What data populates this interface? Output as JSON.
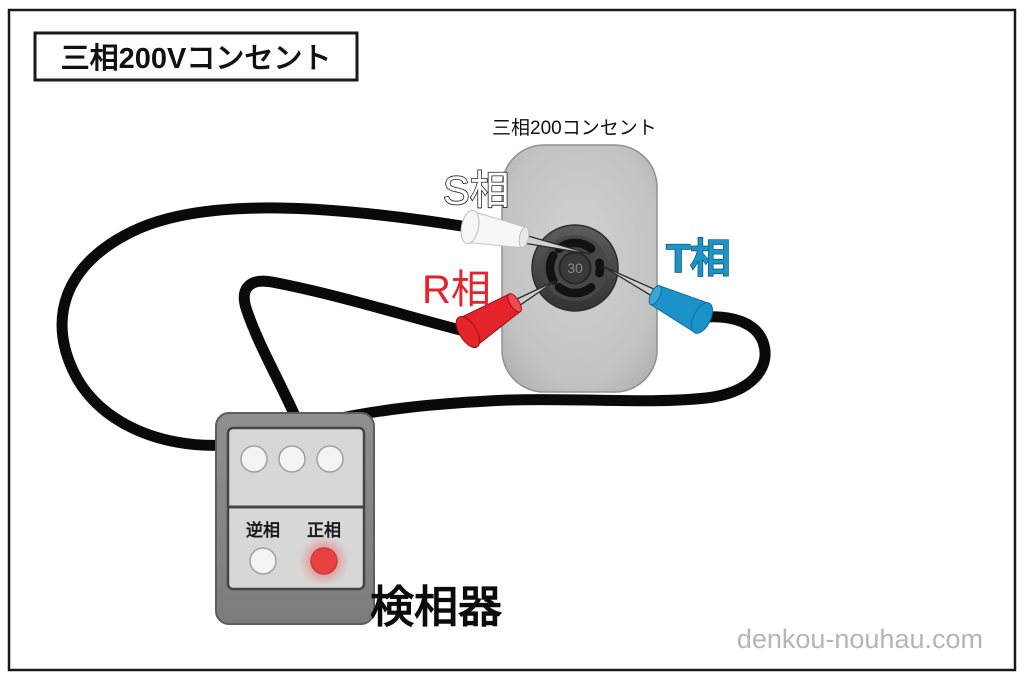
{
  "title": "三相200Vコンセント",
  "outlet": {
    "label": "三相200コンセント",
    "rating": "30"
  },
  "probes": {
    "s": {
      "label": "S相",
      "body_color": "#f7f7f7",
      "label_color": "#ffffff"
    },
    "r": {
      "label": "R相",
      "body_color": "#e5232b",
      "label_color": "#e5232b"
    },
    "t": {
      "label": "T相",
      "body_color": "#1b93c8",
      "label_color": "#1e93c5"
    }
  },
  "tester": {
    "label": "検相器",
    "indicators": {
      "reverse": {
        "label": "逆相",
        "lit": false
      },
      "normal": {
        "label": "正相",
        "lit": true
      }
    },
    "normal_lit_color": "#e94040"
  },
  "watermark": "denkou-nouhau.com"
}
